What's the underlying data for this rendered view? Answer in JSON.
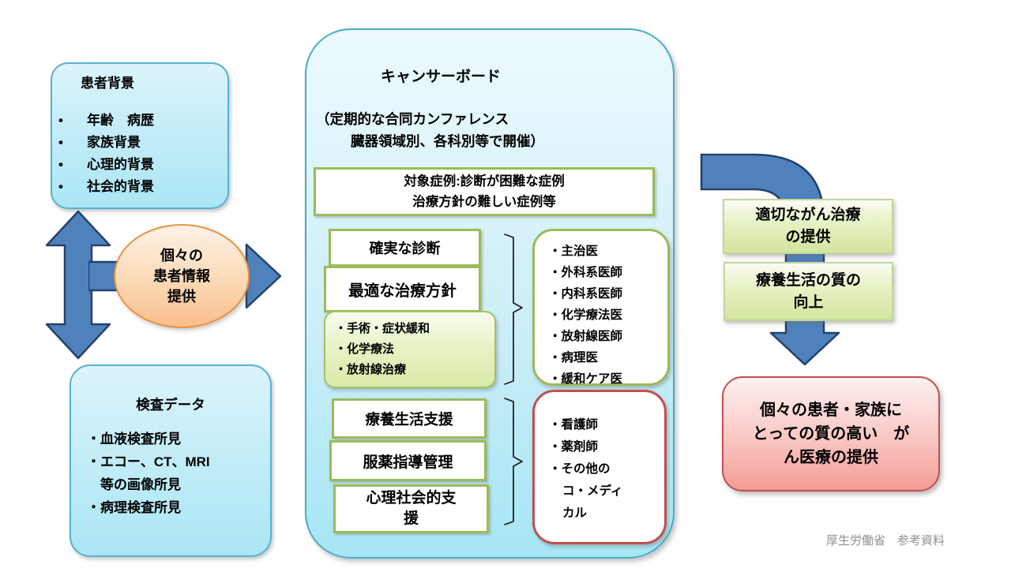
{
  "left": {
    "patient_background": {
      "title": "患者背景",
      "items": [
        "年齢　病歴",
        "家族背景",
        "心理的背景",
        "社会的背景"
      ]
    },
    "patient_info_lines": [
      "個々の",
      "患者情報",
      "提供"
    ],
    "test_data": {
      "title": "検査データ",
      "lines": [
        "・血液検査所見",
        "・エコー、CT、MRI",
        "等の画像所見",
        "・病理検査所見"
      ]
    }
  },
  "center": {
    "title": "キャンサーボード",
    "subtitle_lines": [
      "（定期的な合同カンファレンス",
      "臓器領域別、各科別等で開催）"
    ],
    "target_case_lines": [
      "対象症例:診断が困難な症例",
      "治療方針の難しい症例等"
    ],
    "diagnosis": "確実な診断",
    "treatment_policy": "最適な治療方針",
    "treatment_items": [
      "・手術・症状緩和",
      "・化学療法",
      "・放射線治療"
    ],
    "supports": [
      "療養生活支援",
      "服薬指導管理"
    ],
    "support3_lines": [
      "心理社会的支",
      "援"
    ],
    "doctors": [
      "・主治医",
      "・外科系医師",
      "・内科系医師",
      "・化学療法医",
      "・放射線医師",
      "・病理医",
      "・緩和ケア医"
    ],
    "comedical": [
      "・看護師",
      "・薬剤師",
      "・その他の",
      "コ・メディ",
      "カル"
    ]
  },
  "right": {
    "outcome1_lines": [
      "適切ながん治療",
      "の提供"
    ],
    "outcome2_lines": [
      "療養生活の質の",
      "向上"
    ],
    "final_lines": [
      "個々の患者・家族に",
      "とっての質の高い　が",
      "ん医療の提供"
    ]
  },
  "footer": {
    "source": "厚生労働省　参考資料"
  },
  "colors": {
    "box_blue_border": "#4aabc5",
    "arrow_fill": "#4f81bd",
    "arrow_border": "#24426b",
    "green_border": "#9bbb59",
    "light_green_border": "#c2d69b",
    "red_border": "#c0504d",
    "orange_border": "#e8913f",
    "footer_text": "#909090"
  }
}
